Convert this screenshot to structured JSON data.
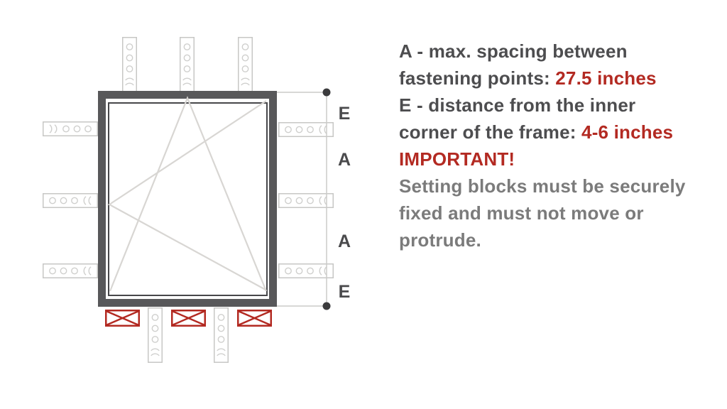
{
  "diagram": {
    "dim_labels": {
      "e_top": "E",
      "a_upper": "A",
      "a_lower": "A",
      "e_bottom": "E"
    }
  },
  "specs": {
    "a": {
      "line1": "A - max. spacing between",
      "line2_prefix": "fastening points: ",
      "value": "27.5 inches"
    },
    "e": {
      "line1": "E - distance from the inner",
      "line2_prefix": "corner of the frame: ",
      "value": "4-6 inches"
    }
  },
  "important": {
    "title": "IMPORTANT!",
    "lines": [
      "Setting blocks must be securely",
      "fixed and must not move or",
      "protrude."
    ]
  },
  "colors": {
    "accent_red": "#b32a22",
    "text_dark": "#4d4d4f",
    "text_gray": "#7b7b7b",
    "frame_gray": "#58585a",
    "strap_outline": "#c7c7c5",
    "diagonal_gray": "#d8d6d3",
    "dimension_gray": "#cbcbc9",
    "dot_dark": "#3b3b3d"
  }
}
